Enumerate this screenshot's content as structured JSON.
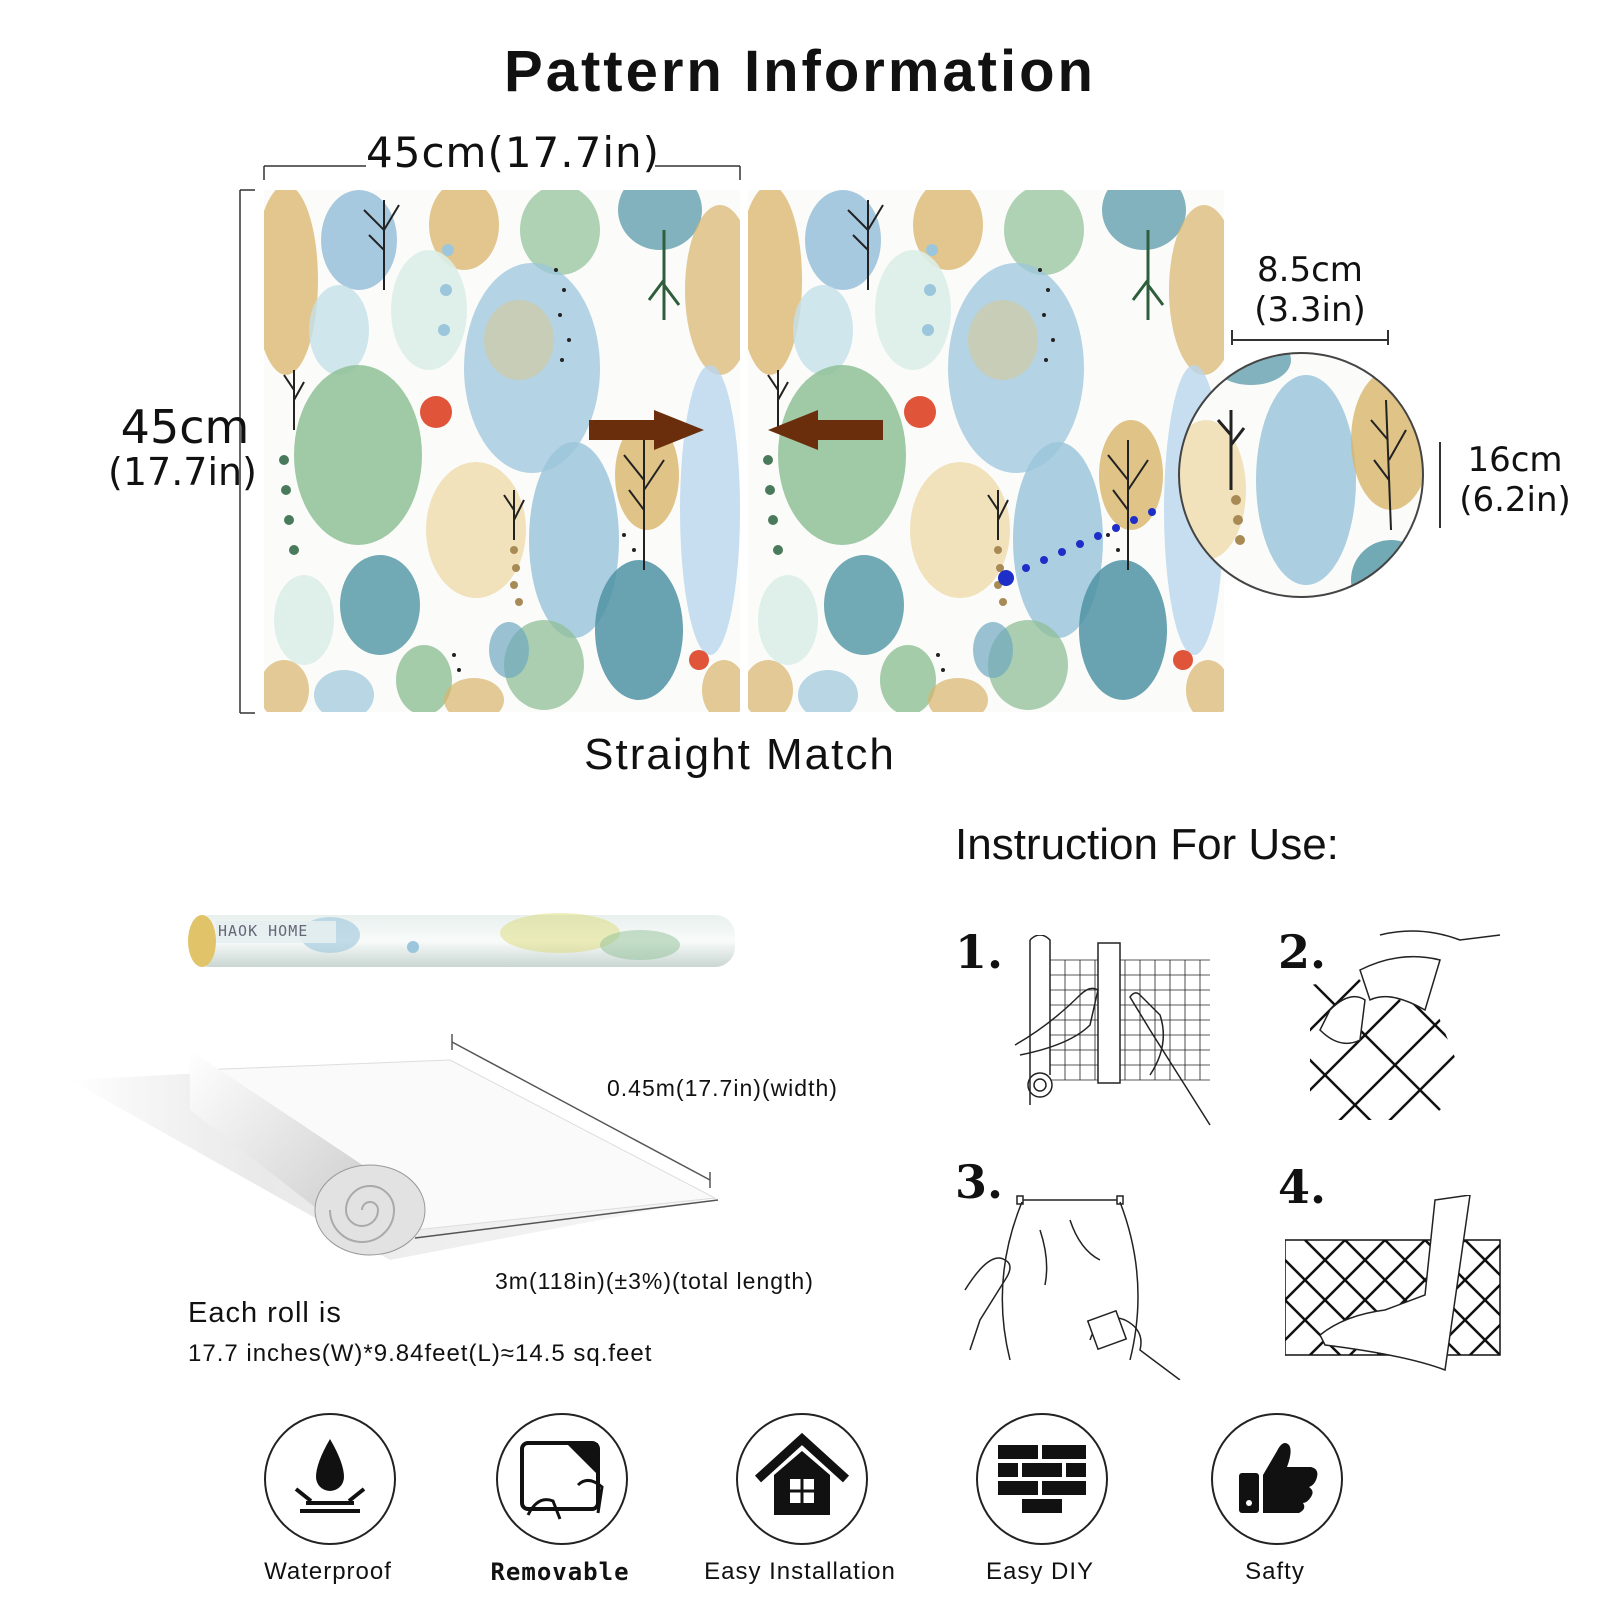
{
  "title": "Pattern Information",
  "pattern": {
    "width_label": "45cm(17.7in)",
    "height_cm": "45cm",
    "height_in": "(17.7in)",
    "repeat_width_cm": "8.5cm",
    "repeat_width_in": "(3.3in)",
    "repeat_height_cm": "16cm",
    "repeat_height_in": "(6.2in)",
    "match_type": "Straight Match"
  },
  "roll": {
    "brand_on_roll": "HAOK HOME",
    "width_label": "0.45m(17.7in)(width)",
    "length_label": "3m(118in)(±3%)(total length)",
    "each_roll_line1": "Each roll is",
    "each_roll_line2": "17.7 inches(W)*9.84feet(L)≈14.5 sq.feet"
  },
  "instructions": {
    "heading": "Instruction For Use:",
    "steps": [
      "1.",
      "2.",
      "3.",
      "4."
    ]
  },
  "features": [
    {
      "label": "Waterproof",
      "icon": "water-drop-icon"
    },
    {
      "label": "Removable",
      "icon": "peel-tablet-icon"
    },
    {
      "label": "Easy Installation",
      "icon": "house-icon"
    },
    {
      "label": "Easy DIY",
      "icon": "brick-wall-icon"
    },
    {
      "label": "Safty",
      "icon": "thumbs-up-icon"
    }
  ],
  "colors": {
    "teal": "#4f93a3",
    "sage": "#8fbf95",
    "ochre": "#d9b46a",
    "sky": "#9cc6dc",
    "coral": "#e0553a",
    "arrow": "#6b2e0c",
    "dots": "#1e2ec8"
  }
}
